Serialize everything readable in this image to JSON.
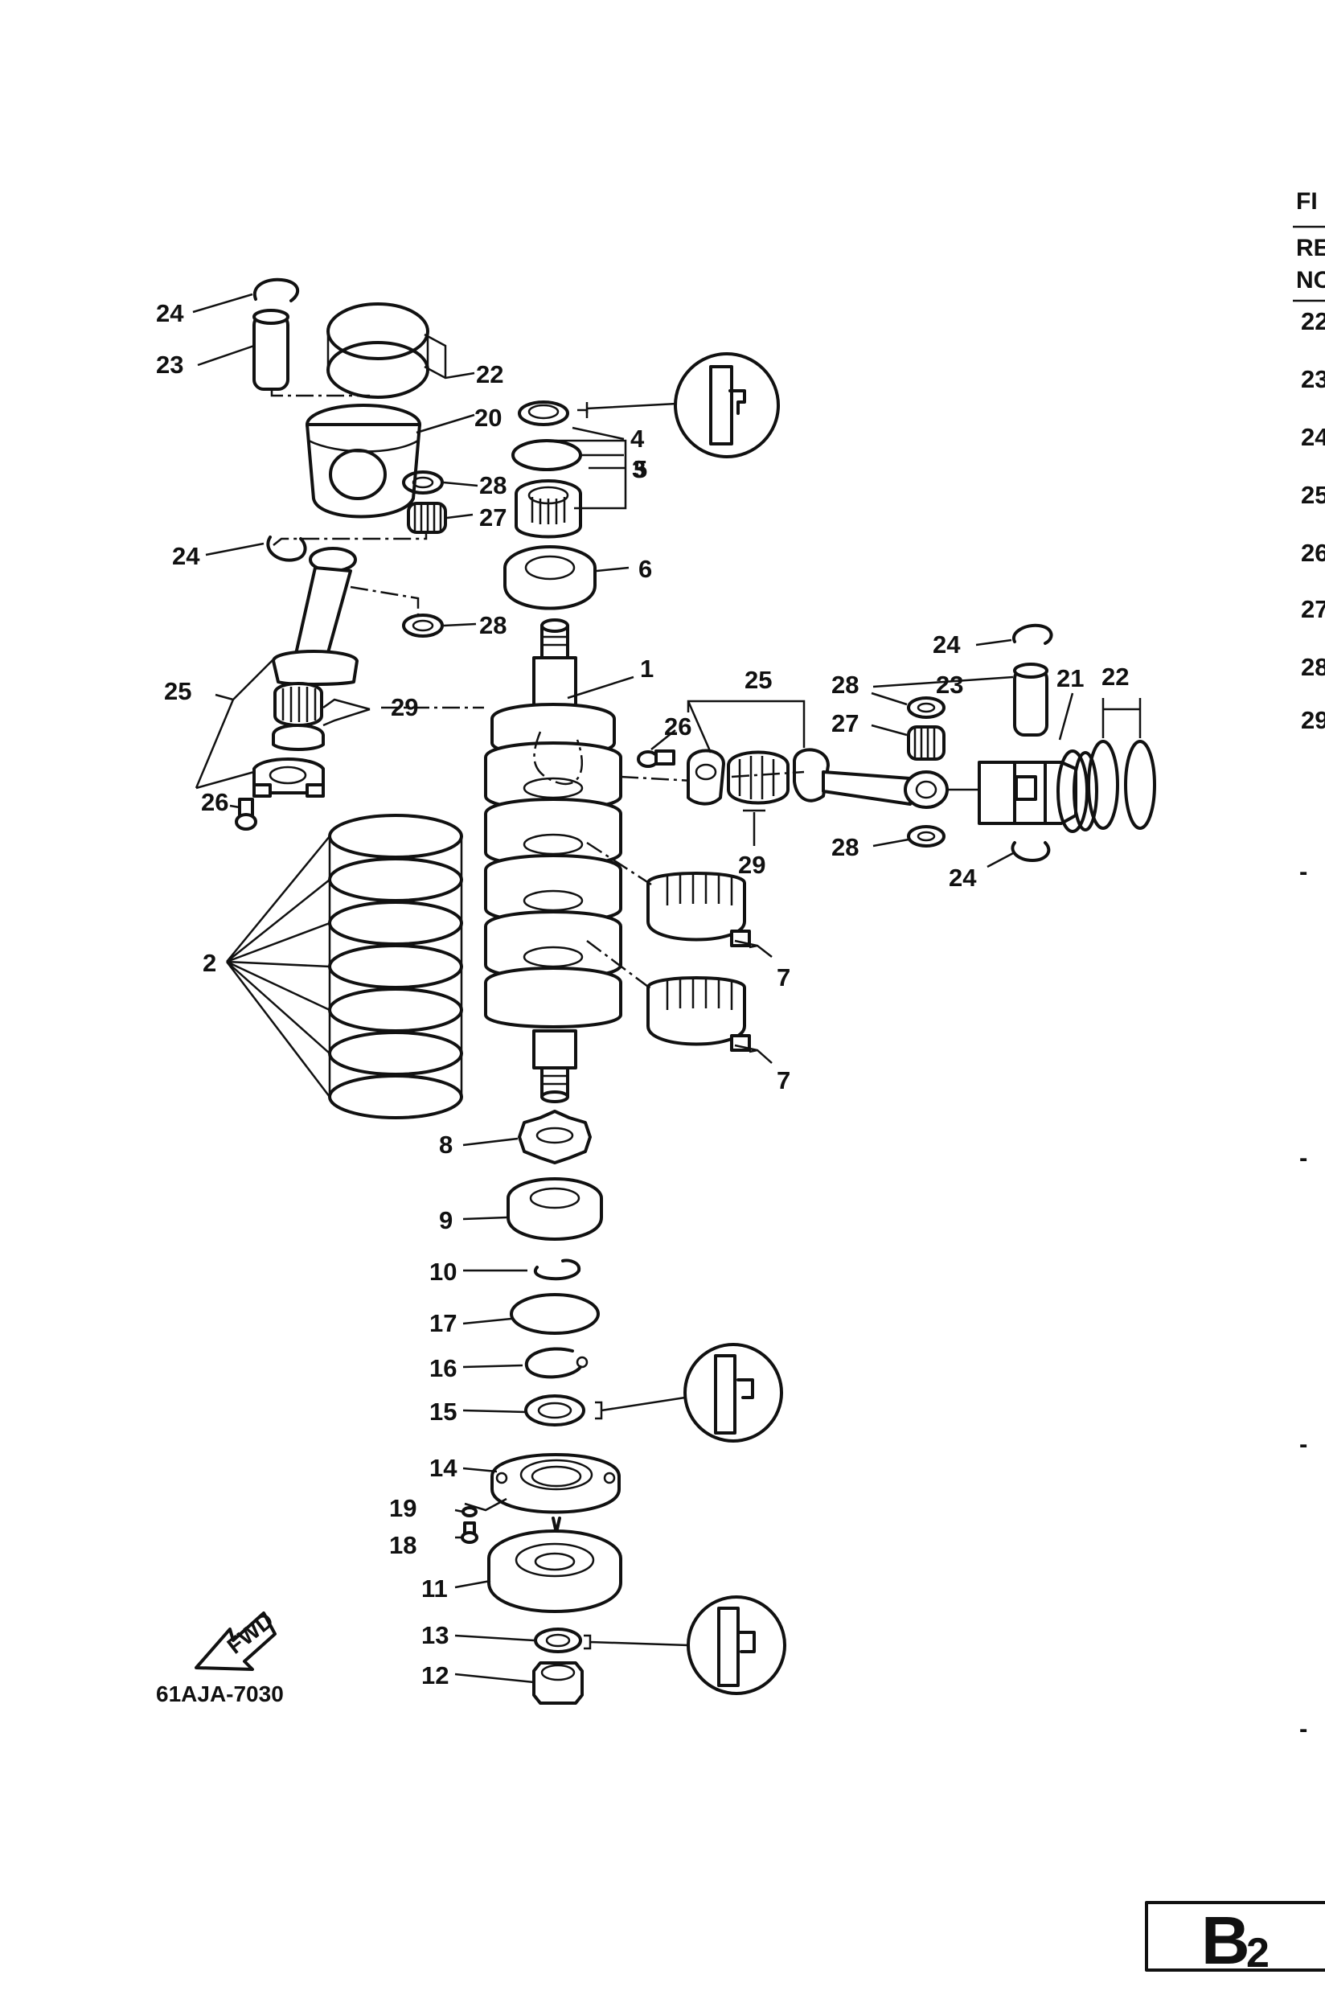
{
  "diagram": {
    "drawing_code": "61AJA-7030",
    "fwd_label": "FWD",
    "page_badge": {
      "main": "B",
      "sub": "2"
    },
    "callouts": [
      "1",
      "2",
      "3",
      "4",
      "5",
      "6",
      "7",
      "7",
      "8",
      "9",
      "10",
      "11",
      "12",
      "13",
      "14",
      "15",
      "16",
      "17",
      "18",
      "19",
      "20",
      "21",
      "22",
      "22",
      "23",
      "23",
      "24",
      "24",
      "24",
      "24",
      "25",
      "25",
      "26",
      "26",
      "27",
      "27",
      "28",
      "28",
      "28",
      "28",
      "29",
      "29"
    ],
    "parts_table": {
      "header_fig": "FI",
      "header_ref_line1": "RE",
      "header_ref_line2": "NO",
      "ref_nos": [
        "22",
        "23",
        "24",
        "25",
        "26",
        "27",
        "28",
        "29"
      ],
      "row_marks": [
        "-",
        "-",
        "-",
        "-"
      ]
    }
  }
}
